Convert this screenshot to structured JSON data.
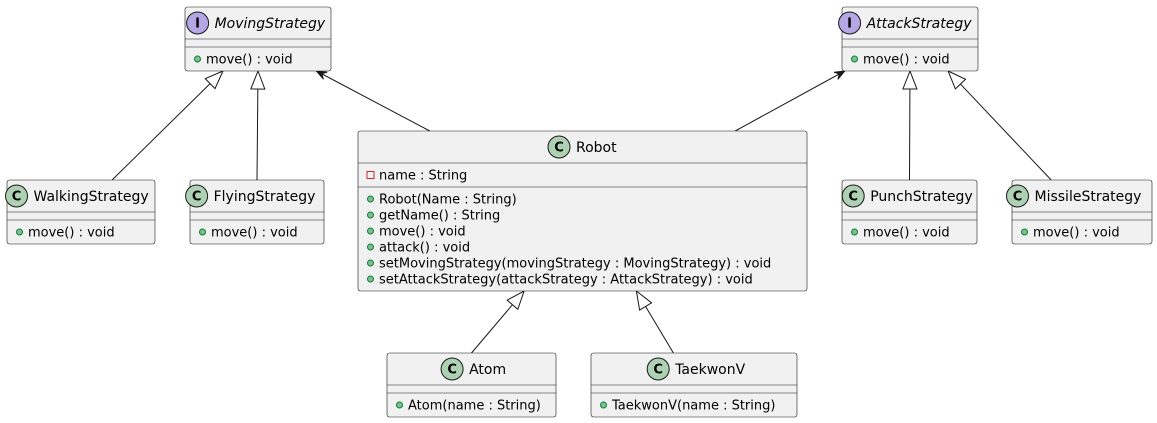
{
  "diagram": {
    "classes": [
      {
        "id": "MovingStrategy",
        "kind": "interface",
        "badge": "I",
        "name": "MovingStrategy",
        "attributes": [],
        "methods": [
          {
            "visibility": "public",
            "text": "move() : void"
          }
        ]
      },
      {
        "id": "AttackStrategy",
        "kind": "interface",
        "badge": "I",
        "name": "AttackStrategy",
        "attributes": [],
        "methods": [
          {
            "visibility": "public",
            "text": "move() : void"
          }
        ]
      },
      {
        "id": "WalkingStrategy",
        "kind": "class",
        "badge": "C",
        "name": "WalkingStrategy",
        "attributes": [],
        "methods": [
          {
            "visibility": "public",
            "text": "move() : void"
          }
        ]
      },
      {
        "id": "FlyingStrategy",
        "kind": "class",
        "badge": "C",
        "name": "FlyingStrategy",
        "attributes": [],
        "methods": [
          {
            "visibility": "public",
            "text": "move() : void"
          }
        ]
      },
      {
        "id": "Robot",
        "kind": "class",
        "badge": "C",
        "name": "Robot",
        "attributes": [
          {
            "visibility": "private",
            "text": "name : String"
          }
        ],
        "methods": [
          {
            "visibility": "public",
            "text": "Robot(Name : String)"
          },
          {
            "visibility": "public",
            "text": "getName() : String"
          },
          {
            "visibility": "public",
            "text": "move() : void"
          },
          {
            "visibility": "public",
            "text": "attack() : void"
          },
          {
            "visibility": "public",
            "text": "setMovingStrategy(movingStrategy : MovingStrategy) : void"
          },
          {
            "visibility": "public",
            "text": "setAttackStrategy(attackStrategy : AttackStrategy) : void"
          }
        ]
      },
      {
        "id": "PunchStrategy",
        "kind": "class",
        "badge": "C",
        "name": "PunchStrategy",
        "attributes": [],
        "methods": [
          {
            "visibility": "public",
            "text": "move() : void"
          }
        ]
      },
      {
        "id": "MissileStrategy",
        "kind": "class",
        "badge": "C",
        "name": "MissileStrategy",
        "attributes": [],
        "methods": [
          {
            "visibility": "public",
            "text": "move() : void"
          }
        ]
      },
      {
        "id": "Atom",
        "kind": "class",
        "badge": "C",
        "name": "Atom",
        "attributes": [],
        "methods": [
          {
            "visibility": "public",
            "text": "Atom(name : String)"
          }
        ]
      },
      {
        "id": "TaekwonV",
        "kind": "class",
        "badge": "C",
        "name": "TaekwonV",
        "attributes": [],
        "methods": [
          {
            "visibility": "public",
            "text": "TaekwonV(name : String)"
          }
        ]
      }
    ],
    "relations": [
      {
        "from": "WalkingStrategy",
        "to": "MovingStrategy",
        "type": "realization"
      },
      {
        "from": "FlyingStrategy",
        "to": "MovingStrategy",
        "type": "realization"
      },
      {
        "from": "Robot",
        "to": "MovingStrategy",
        "type": "association"
      },
      {
        "from": "Robot",
        "to": "AttackStrategy",
        "type": "association"
      },
      {
        "from": "PunchStrategy",
        "to": "AttackStrategy",
        "type": "realization"
      },
      {
        "from": "MissileStrategy",
        "to": "AttackStrategy",
        "type": "realization"
      },
      {
        "from": "Atom",
        "to": "Robot",
        "type": "generalization"
      },
      {
        "from": "TaekwonV",
        "to": "Robot",
        "type": "generalization"
      }
    ],
    "colors": {
      "box_fill": "#f1f1f1",
      "border": "#181818",
      "class_badge": "#add1b2",
      "interface_badge": "#b4a7e5",
      "public_marker": "#84be84",
      "private_marker": "#c82930"
    }
  }
}
